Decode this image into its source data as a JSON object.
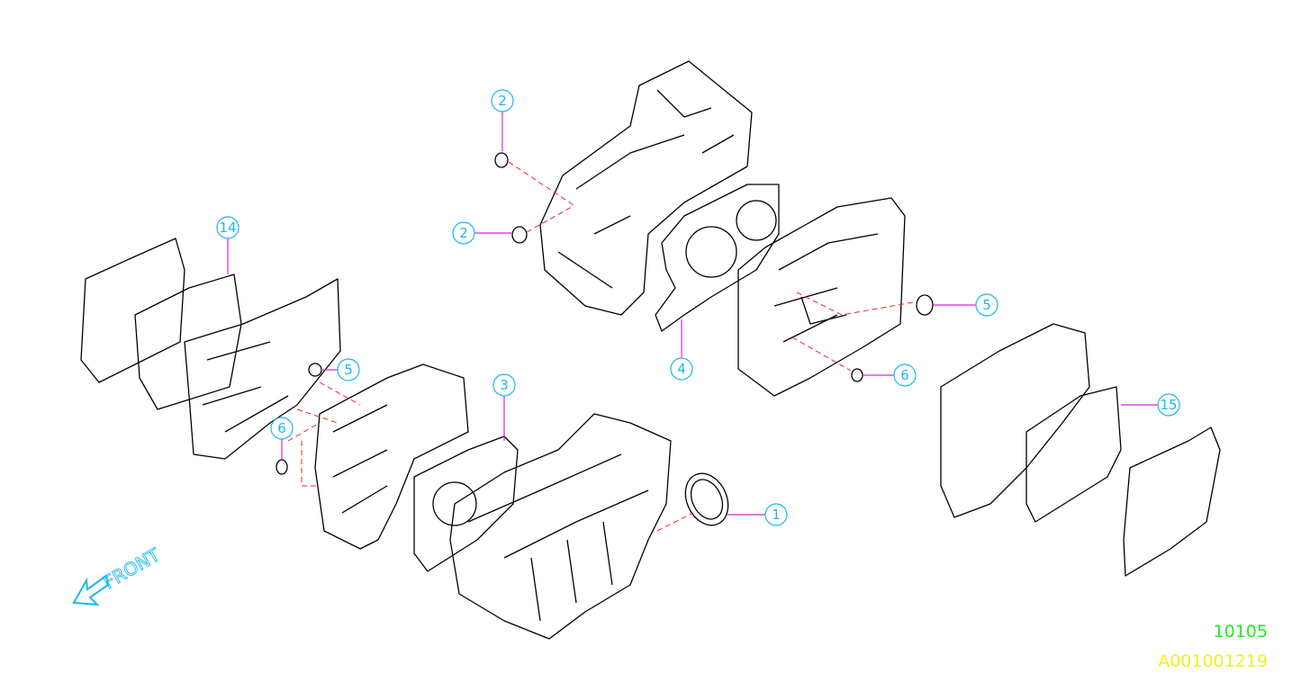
{
  "diagram": {
    "callouts": [
      {
        "label": "2"
      },
      {
        "label": "2"
      },
      {
        "label": "14"
      },
      {
        "label": "5"
      },
      {
        "label": "6"
      },
      {
        "label": "3"
      },
      {
        "label": "1"
      },
      {
        "label": "4"
      },
      {
        "label": "5"
      },
      {
        "label": "6"
      },
      {
        "label": "15"
      }
    ],
    "front_label": "FRONT",
    "diagram_code": "10105",
    "illustration_id": "A001001219",
    "colors": {
      "callout": "#1ab8f0",
      "leader": "#e020e0",
      "dashed_line": "#ff2020",
      "code": "#22ee22",
      "illustration_id": "#f0f020"
    }
  }
}
